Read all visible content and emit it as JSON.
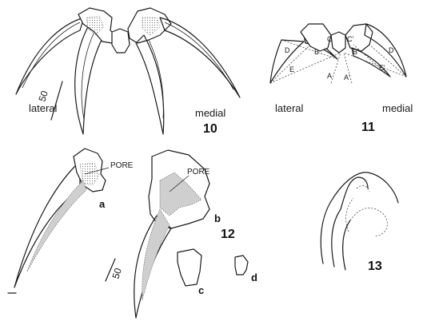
{
  "figure_10": {
    "number": "10",
    "lateral_label": "lateral",
    "medial_label": "medial",
    "scale_label": "50"
  },
  "figure_11": {
    "number": "11",
    "lateral_label": "lateral",
    "medial_label": "medial",
    "points": [
      "A",
      "B",
      "C",
      "D",
      "E",
      "A'",
      "B'",
      "C'",
      "D'",
      "E'"
    ]
  },
  "figure_12": {
    "number": "12",
    "pore_label_a": "PORE",
    "pore_label_b": "PORE",
    "sub_a": "a",
    "sub_b": "b",
    "sub_c": "c",
    "sub_d": "d",
    "scale_label": "50"
  },
  "figure_13": {
    "number": "13"
  }
}
